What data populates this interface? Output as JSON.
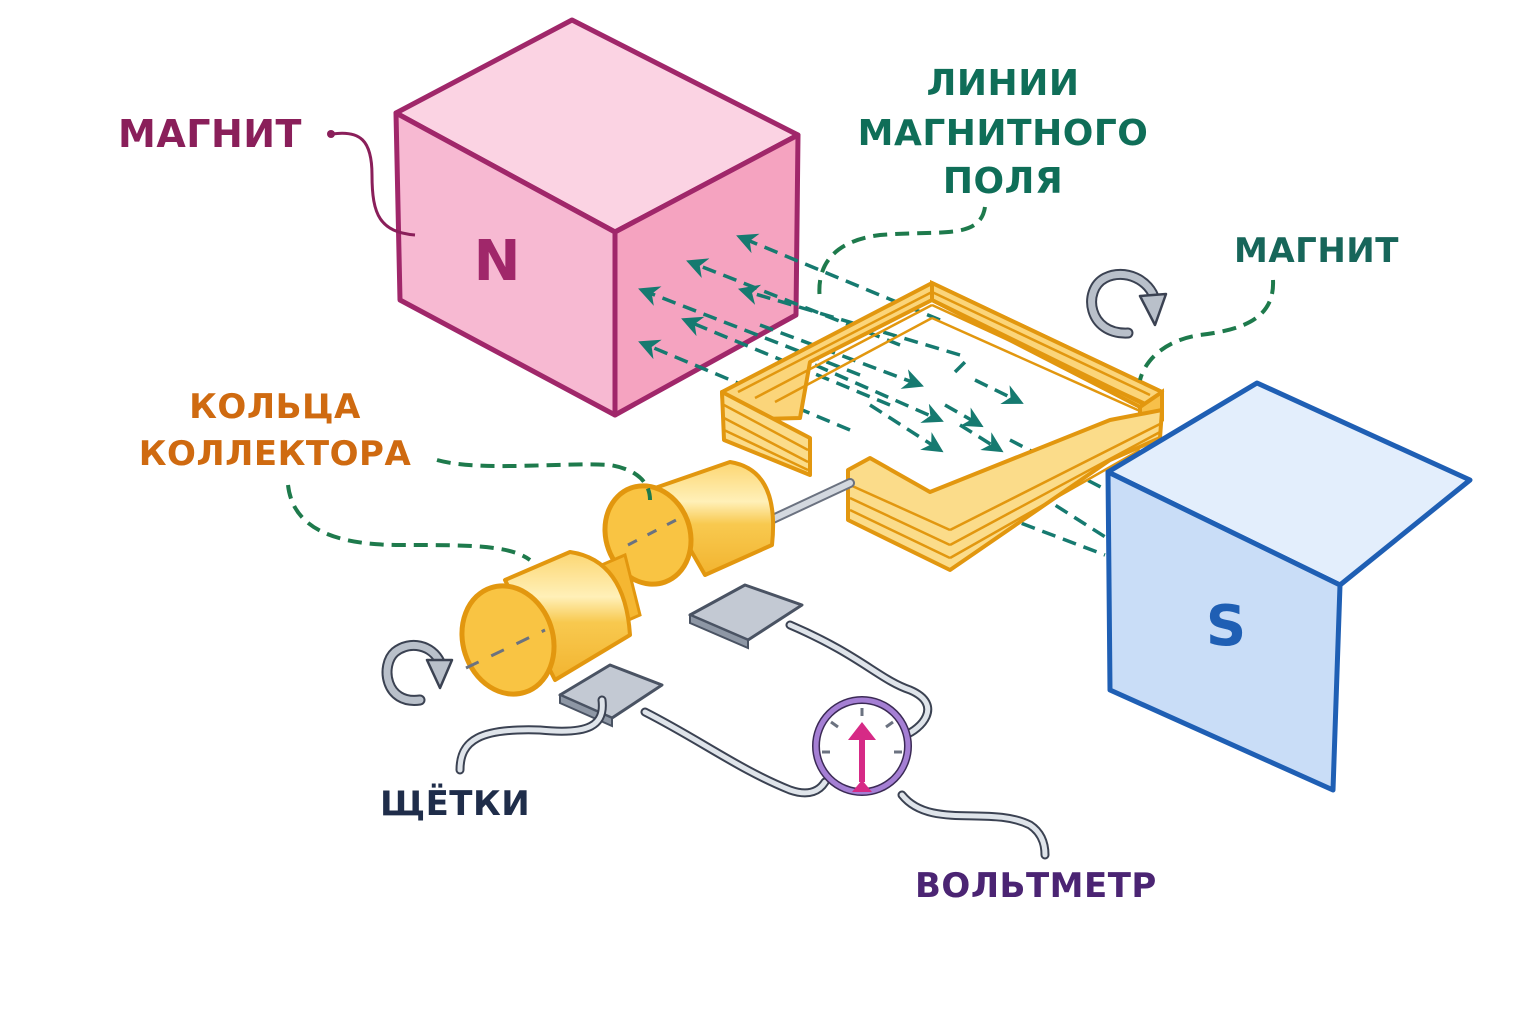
{
  "diagram": {
    "title": "Генератор переменного тока",
    "labels": {
      "magnet_north": "МАГНИТ",
      "field_lines": [
        "ЛИНИИ",
        "МАГНИТНОГО",
        "ПОЛЯ"
      ],
      "magnet_south": "МАГНИТ",
      "slip_rings": [
        "КОЛЬЦА",
        "КОЛЛЕКТОРА"
      ],
      "brushes": "ЩЁТКИ",
      "voltmeter": "ВОЛЬТМЕТР"
    },
    "poles": {
      "north": "N",
      "south": "S"
    },
    "colors": {
      "north_magnet": "#f7b6cf",
      "north_magnet_edge": "#a0276a",
      "south_magnet": "#cfe2fa",
      "south_magnet_edge": "#1f5fb4",
      "coil": "#f7c04a",
      "coil_edge": "#e2970f",
      "field_line": "#167a70",
      "leader_line": "#1e7a4c",
      "brush": "#b8bfca",
      "wire": "#c9d0da",
      "voltmeter_ring": "#9b6bc9",
      "voltmeter_needle": "#d62a86",
      "rotation_arrow": "#9aa3ad"
    },
    "components": [
      {
        "id": "magnet-north",
        "name": "Магнит (северный полюс)"
      },
      {
        "id": "magnet-south",
        "name": "Магнит (южный полюс)"
      },
      {
        "id": "coil",
        "name": "Рамка (катушка)"
      },
      {
        "id": "slip-rings",
        "name": "Кольца коллектора"
      },
      {
        "id": "brushes",
        "name": "Щётки"
      },
      {
        "id": "voltmeter",
        "name": "Вольтметр"
      }
    ]
  }
}
